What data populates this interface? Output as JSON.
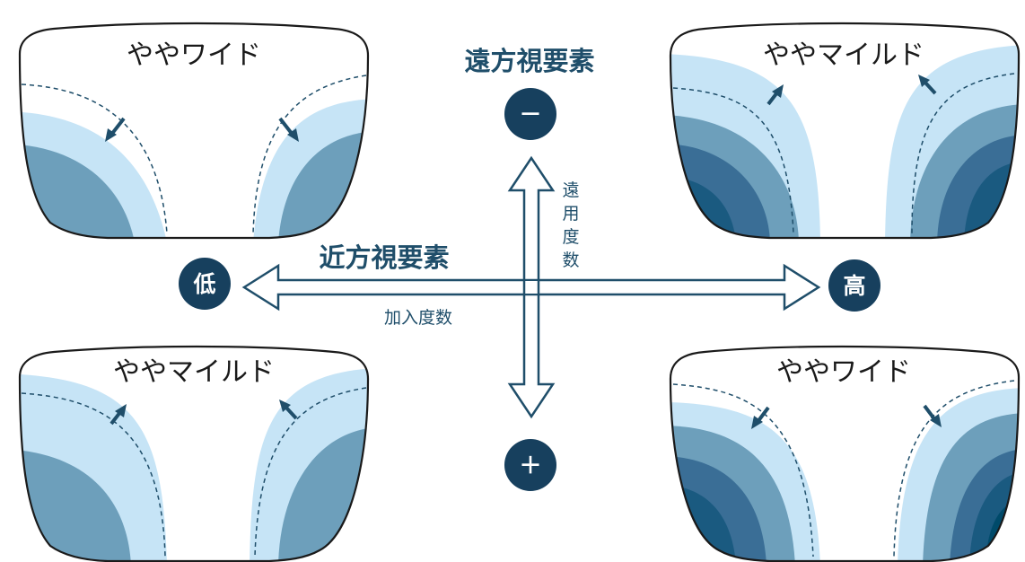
{
  "lenses": {
    "top_left": {
      "label": "ややワイド"
    },
    "top_right": {
      "label": "ややマイルド"
    },
    "bottom_left": {
      "label": "ややマイルド"
    },
    "bottom_right": {
      "label": "ややワイド"
    }
  },
  "axes": {
    "vertical": {
      "title": "遠方視要素",
      "sublabel": "遠用度数",
      "sublabel_chars": [
        "遠",
        "用",
        "度",
        "数"
      ],
      "top_symbol": "－",
      "bottom_symbol": "＋"
    },
    "horizontal": {
      "title": "近方視要素",
      "sublabel": "加入度数",
      "left_badge": "低",
      "right_badge": "高"
    }
  },
  "colors": {
    "band1": "#c6e4f6",
    "band2": "#6d9fbb",
    "band3": "#3a6e96",
    "band4": "#1a5a80",
    "band5": "#004a6a",
    "badge": "#17405e",
    "arrow": "#1f4e6a",
    "outline": "#1a1a1a"
  }
}
